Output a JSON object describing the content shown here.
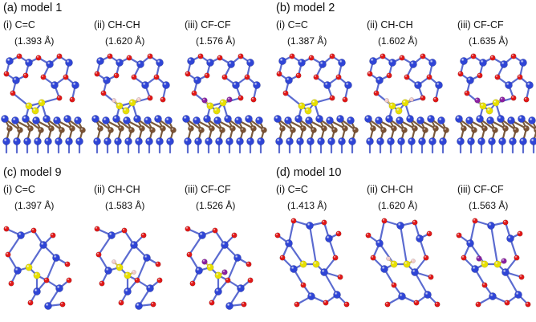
{
  "colors": {
    "background": "#ffffff",
    "bond": "#5b6bd0",
    "substrate_bond": "#7a5a3c",
    "Si": "#2f45d6",
    "O": "#e01818",
    "C_substrate": "#7b5233",
    "C_adsorbate": "#e8e000",
    "H": "#f2c9c9",
    "F": "#8a1fa0"
  },
  "panels": [
    {
      "id": "a",
      "title": "(a) model 1",
      "style": "slab",
      "subpanels": [
        {
          "label": "(i) C=C",
          "bond_length": "(1.393 Å)",
          "adsorbate": "none"
        },
        {
          "label": "(ii) CH-CH",
          "bond_length": "(1.620 Å)",
          "adsorbate": "H"
        },
        {
          "label": "(iii) CF-CF",
          "bond_length": "(1.576 Å)",
          "adsorbate": "F"
        }
      ]
    },
    {
      "id": "b",
      "title": "(b) model 2",
      "style": "slab",
      "subpanels": [
        {
          "label": "(i) C=C",
          "bond_length": "(1.387 Å)",
          "adsorbate": "none"
        },
        {
          "label": "(ii) CH-CH",
          "bond_length": "(1.602 Å)",
          "adsorbate": "H"
        },
        {
          "label": "(iii) CF-CF",
          "bond_length": "(1.635 Å)",
          "adsorbate": "F"
        }
      ]
    },
    {
      "id": "c",
      "title": "(c) model 9",
      "style": "chain",
      "subpanels": [
        {
          "label": "(i) C=C",
          "bond_length": "(1.397 Å)",
          "adsorbate": "none"
        },
        {
          "label": "(ii) CH-CH",
          "bond_length": "(1.583 Å)",
          "adsorbate": "H"
        },
        {
          "label": "(iii) CF-CF",
          "bond_length": "(1.526 Å)",
          "adsorbate": "F"
        }
      ]
    },
    {
      "id": "d",
      "title": "(d) model 10",
      "style": "ring",
      "subpanels": [
        {
          "label": "(i) C=C",
          "bond_length": "(1.413 Å)",
          "adsorbate": "none"
        },
        {
          "label": "(ii) CH-CH",
          "bond_length": "(1.620 Å)",
          "adsorbate": "H"
        },
        {
          "label": "(iii) CF-CF",
          "bond_length": "(1.563 Å)",
          "adsorbate": "F"
        }
      ]
    }
  ]
}
